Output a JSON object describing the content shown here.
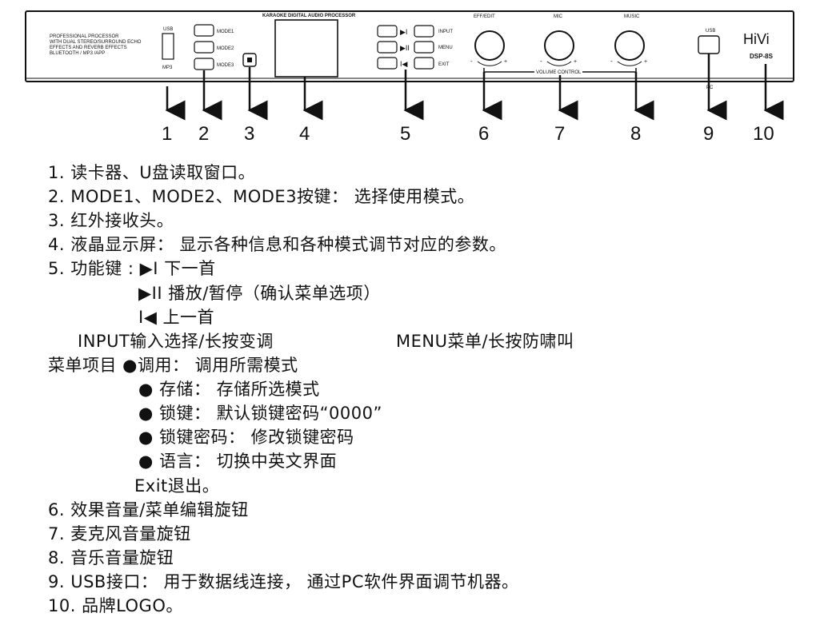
{
  "panel": {
    "intro": [
      "PROFESSIONAL PROCESSOR",
      "WITH DUAL STEREO/SURROUND ECHO",
      "EFFECTS AND REVERB EFFECTS",
      "BLUETOOTH / MP3 /APP"
    ],
    "usb_left": "USB",
    "mp3": "MP3",
    "mode1": "MODE1",
    "mode2": "MODE2",
    "mode3": "MODE3",
    "lcd_title": "KARAOKE DIGITAL AUDIO PROCESSOR",
    "input": "INPUT",
    "menu": "MENU",
    "exit": "EXIT",
    "eff_edit": "EFF/EDIT",
    "mic": "MIC",
    "music": "MUSIC",
    "volume_control": "VOLUME CONTROL",
    "usb_right": "USB",
    "pc": "PC",
    "brand": "HiVi",
    "model": "DSP-8S",
    "minus": "-",
    "plus": "+"
  },
  "callouts": [
    "1",
    "2",
    "3",
    "4",
    "5",
    "6",
    "7",
    "8",
    "9",
    "10"
  ],
  "notes": [
    "1. 读卡器、U盘读取窗口。",
    "2. MODE1、MODE2、MODE3按键： 选择使用模式。",
    "3. 红外接收头。",
    "4. 液晶显示屏： 显示各种信息和各种模式调节对应的参数。",
    "5. 功能键 : ▶I 下一首",
    "▶II 播放/暂停（确认菜单选项）",
    "I◀ 上一首",
    "INPUT输入选择/长按变调",
    "MENU菜单/长按防啸叫",
    "菜单项目 ●调用： 调用所需模式",
    "● 存储： 存储所选模式",
    "● 锁键： 默认锁键密码“0000”",
    "● 锁键密码： 修改锁键密码",
    "● 语言： 切换中英文界面",
    "Exit退出。",
    "6. 效果音量/菜单编辑旋钮",
    "7. 麦克风音量旋钮",
    "8. 音乐音量旋钮",
    "9. USB接口： 用于数据线连接， 通过PC软件界面调节机器。",
    "10. 品牌LOGO。"
  ]
}
